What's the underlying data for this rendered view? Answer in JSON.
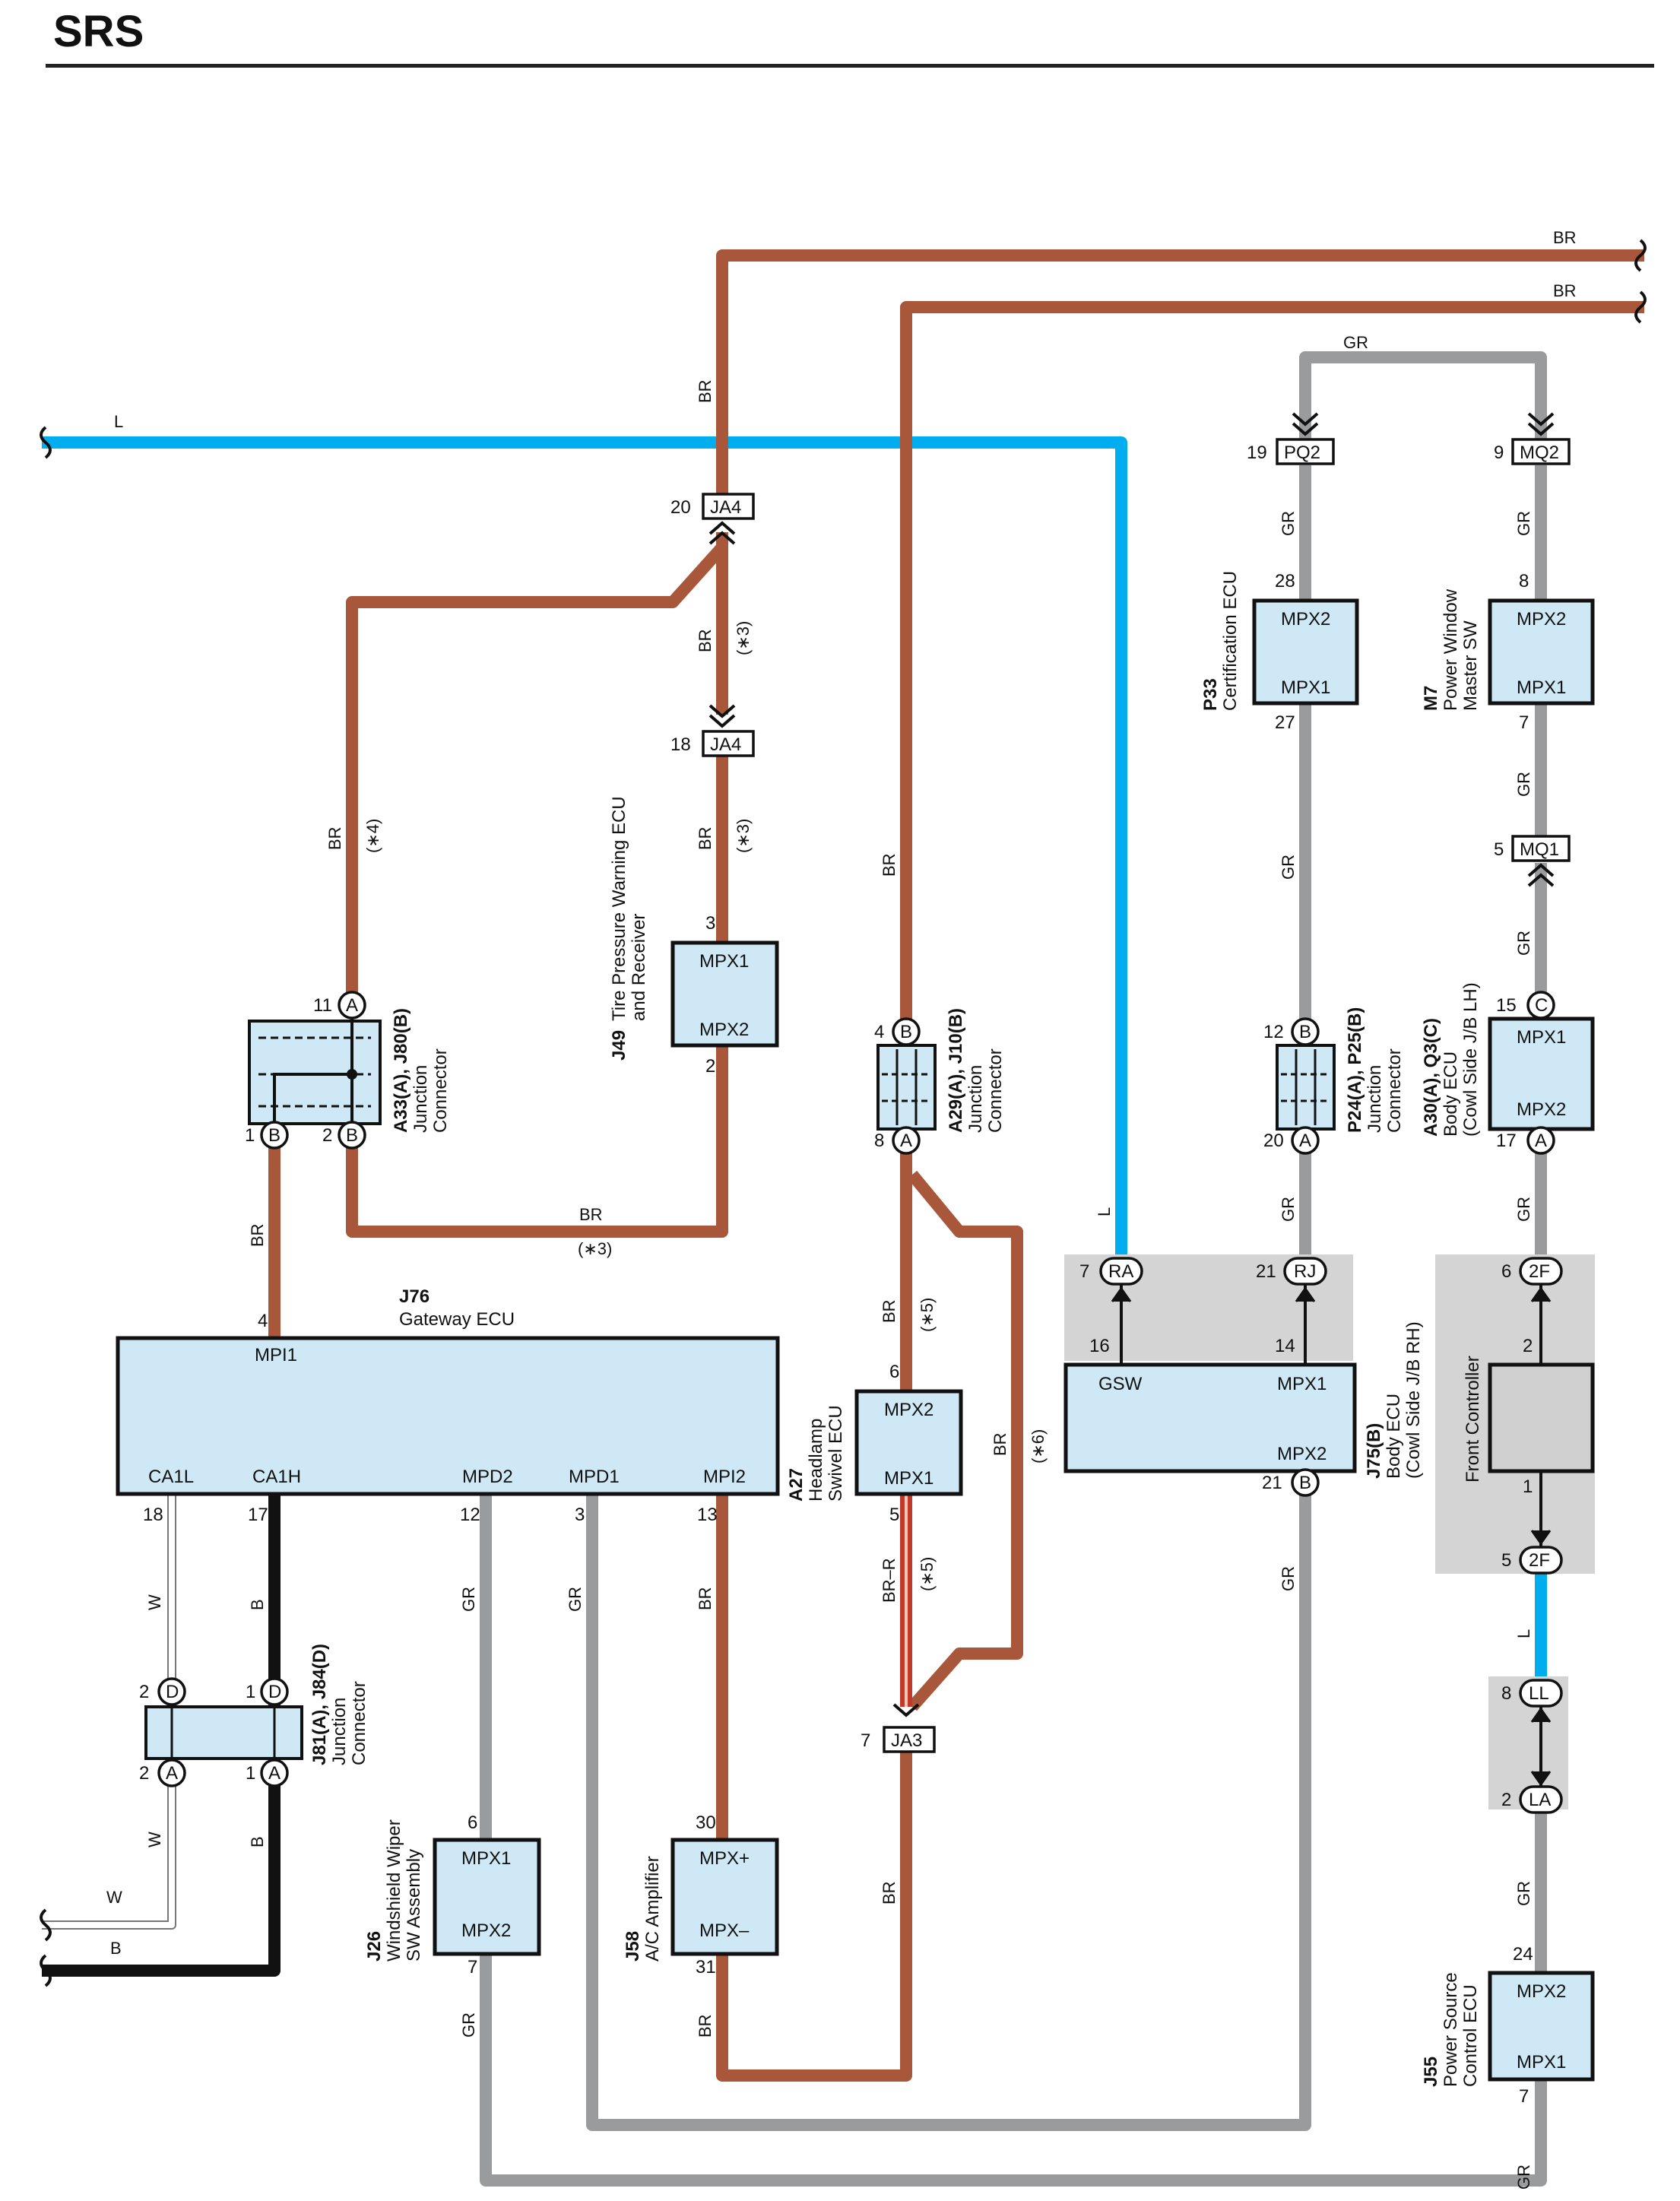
{
  "page": {
    "title": "SRS"
  },
  "colors": {
    "BR": "#a9573a",
    "L": "#00aeef",
    "GR": "#9a9b9d",
    "B": "#111111",
    "W": "#ffffff",
    "BR-R": "#c0392b",
    "ecu_fill": "#cfe8f5",
    "shade": "#d4d4d4"
  },
  "wire_labels": {
    "BR": "BR",
    "L": "L",
    "GR": "GR",
    "B": "B",
    "W": "W",
    "BR_R": "BR–R",
    "n3": "(∗3)",
    "n4": "(∗4)",
    "n5": "(∗5)",
    "n6": "(∗6)"
  },
  "components": {
    "J76": {
      "code": "J76",
      "name": "Gateway ECU",
      "terminals": {
        "mpi1": "MPI1",
        "ca1l": "CA1L",
        "ca1h": "CA1H",
        "mpd2": "MPD2",
        "mpd1": "MPD1",
        "mpi2": "MPI2"
      },
      "pins": {
        "mpi1": "4",
        "ca1l": "18",
        "ca1h": "17",
        "mpd2": "12",
        "mpd1": "3",
        "mpi2": "13"
      }
    },
    "J49": {
      "code": "J49",
      "name_line1": "Tire Pressure Warning ECU",
      "name_line2": "and Receiver",
      "terminals": {
        "top": "MPX1",
        "bottom": "MPX2"
      },
      "pins": {
        "top": "3",
        "bottom": "2"
      }
    },
    "A27": {
      "code": "A27",
      "name_line1": "Headlamp",
      "name_line2": "Swivel ECU",
      "terminals": {
        "top": "MPX2",
        "bottom": "MPX1"
      },
      "pins": {
        "top": "6",
        "bottom": "5"
      }
    },
    "P33": {
      "code": "P33",
      "name": "Certification ECU",
      "terminals": {
        "top": "MPX2",
        "bottom": "MPX1"
      },
      "pins": {
        "top": "28",
        "bottom": "27"
      }
    },
    "M7": {
      "code": "M7",
      "name_line1": "Power Window",
      "name_line2": "Master SW",
      "terminals": {
        "top": "MPX2",
        "bottom": "MPX1"
      },
      "pins": {
        "top": "8",
        "bottom": "7"
      }
    },
    "A30": {
      "code": "A30(A), Q3(C)",
      "name_line1": "Body ECU",
      "name_line2": "(Cowl Side J/B LH)",
      "terminals": {
        "top": "MPX1",
        "bottom": "MPX2"
      },
      "pins": {
        "top": "15",
        "bottom": "17"
      },
      "connectors": {
        "top": "C",
        "bottom": "A"
      }
    },
    "J75": {
      "code": "J75(B)",
      "name_line1": "Body ECU",
      "name_line2": "(Cowl Side J/B RH)",
      "terminals": {
        "gsw": "GSW",
        "mpx1": "MPX1",
        "mpx2": "MPX2"
      },
      "pins": {
        "gsw": "16",
        "mpx1": "14",
        "mpx2": "21"
      },
      "connector": "B"
    },
    "FC": {
      "name": "Front Controller",
      "pins": {
        "top": "2",
        "bottom": "1"
      }
    },
    "J26": {
      "code": "J26",
      "name_line1": "Windshield Wiper",
      "name_line2": "SW Assembly",
      "terminals": {
        "top": "MPX1",
        "bottom": "MPX2"
      },
      "pins": {
        "top": "6",
        "bottom": "7"
      }
    },
    "J58": {
      "code": "J58",
      "name": "A/C Amplifier",
      "terminals": {
        "top": "MPX+",
        "bottom": "MPX–"
      },
      "pins": {
        "top": "30",
        "bottom": "31"
      }
    },
    "J55": {
      "code": "J55",
      "name_line1": "Power Source",
      "name_line2": "Control ECU",
      "terminals": {
        "top": "MPX2",
        "bottom": "MPX1"
      },
      "pins": {
        "top": "24",
        "bottom": "7"
      }
    }
  },
  "junctions": {
    "A33": {
      "code": "A33(A), J80(B)",
      "name_line1": "Junction",
      "name_line2": "Connector",
      "pins": {
        "top": "11",
        "bl": "1",
        "br": "2"
      },
      "conn": {
        "top": "A",
        "bl": "B",
        "br": "B"
      }
    },
    "A29": {
      "code": "A29(A), J10(B)",
      "name_line1": "Junction",
      "name_line2": "Connector",
      "pins": {
        "top": "4",
        "bottom": "8"
      },
      "conn": {
        "top": "B",
        "bottom": "A"
      }
    },
    "P24": {
      "code": "P24(A), P25(B)",
      "name_line1": "Junction",
      "name_line2": "Connector",
      "pins": {
        "top": "12",
        "bottom": "20"
      },
      "conn": {
        "top": "B",
        "bottom": "A"
      }
    },
    "J81": {
      "code": "J81(A), J84(D)",
      "name_line1": "Junction",
      "name_line2": "Connector",
      "pins": {
        "tl": "2",
        "tr": "1",
        "bl": "2",
        "br": "1"
      },
      "conn": {
        "tl": "D",
        "tr": "D",
        "bl": "A",
        "br": "A"
      }
    }
  },
  "inline_connectors": {
    "JA4a": {
      "code": "JA4",
      "pin": "20"
    },
    "JA4b": {
      "code": "JA4",
      "pin": "18"
    },
    "JA3": {
      "code": "JA3",
      "pin": "7"
    },
    "PQ2": {
      "code": "PQ2",
      "pin": "19"
    },
    "MQ2": {
      "code": "MQ2",
      "pin": "9"
    },
    "MQ1": {
      "code": "MQ1",
      "pin": "5"
    },
    "RA": {
      "code": "RA",
      "pin": "7"
    },
    "RJ": {
      "code": "RJ",
      "pin": "21"
    },
    "F2a": {
      "code": "2F",
      "pin": "6"
    },
    "F2b": {
      "code": "2F",
      "pin": "5"
    },
    "LL": {
      "code": "LL",
      "pin": "8"
    },
    "LA": {
      "code": "LA",
      "pin": "2"
    }
  }
}
